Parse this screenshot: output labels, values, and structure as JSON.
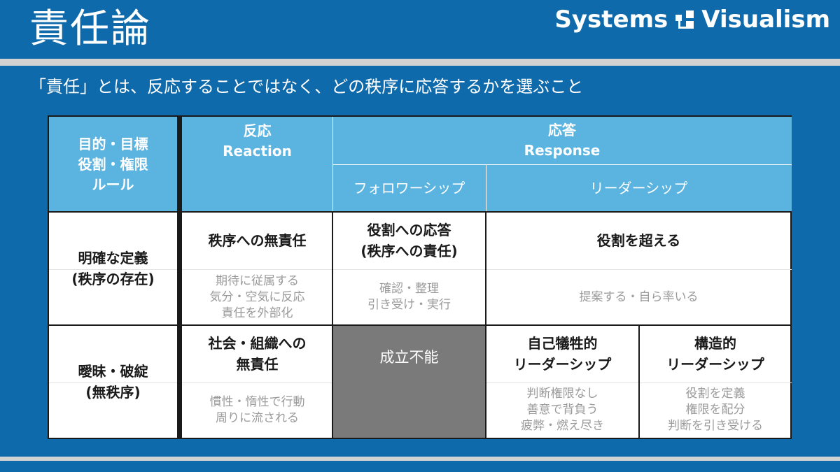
{
  "slide": {
    "title": "責任論",
    "subtitle": "「責任」とは、反応することではなく、どの秩序に応答するかを選ぶこと"
  },
  "brand": {
    "left_text": "Systems",
    "right_text": "Visualism",
    "icon": "flow-blocks-icon"
  },
  "colors": {
    "background": "#0f6aab",
    "header": "#5bb3e0",
    "disabled_cell": "#7a7a7a",
    "band": "#d2d2d2"
  },
  "table": {
    "corner_header": "目的・目標\n役割・権限\nルール",
    "reaction_header": "反応\nReaction",
    "response_header": "応答\nResponse",
    "followership_header": "フォロワーシップ",
    "leadership_header": "リーダーシップ",
    "row_clear": {
      "label": "明確な定義\n(秩序の存在)",
      "reaction_title": "秩序への無責任",
      "reaction_desc": "期待に従属する\n気分・空気に反応\n責任を外部化",
      "followership_title": "役割への応答\n(秩序への責任)",
      "followership_desc": "確認・整理\n引き受け・実行",
      "leadership_title": "役割を超える",
      "leadership_desc": "提案する・自ら率いる"
    },
    "row_vague": {
      "label": "曖昧・破綻\n(無秩序)",
      "reaction_title": "社会・組織への\n無責任",
      "reaction_desc": "慣性・惰性で行動\n周りに流される",
      "followership_title": "成立不能",
      "sacrificial_title": "自己犠牲的\nリーダーシップ",
      "sacrificial_desc": "判断権限なし\n善意で背負う\n疲弊・燃え尽き",
      "structural_title": "構造的\nリーダーシップ",
      "structural_desc": "役割を定義\n権限を配分\n判断を引き受ける"
    }
  }
}
